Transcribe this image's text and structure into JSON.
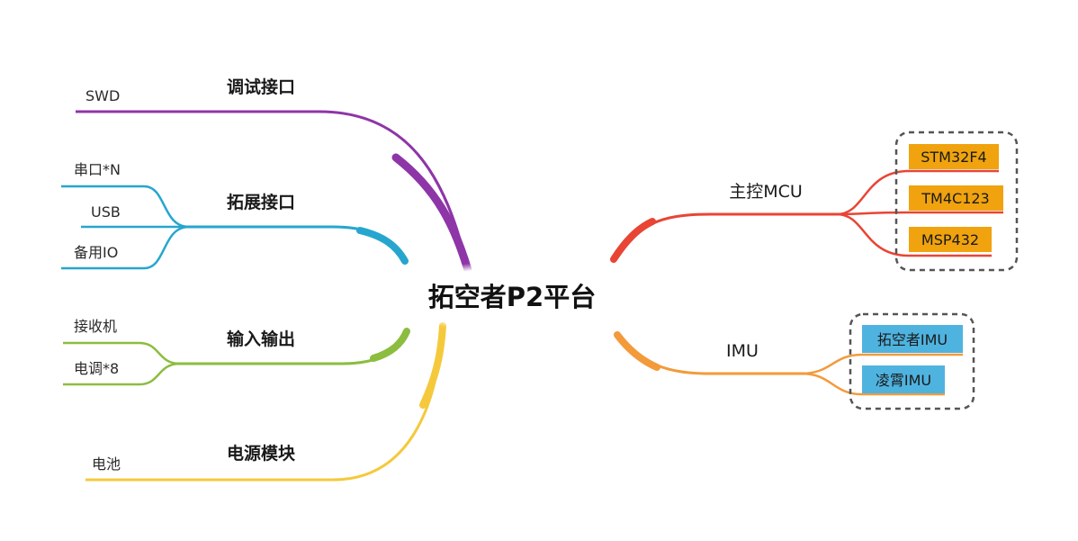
{
  "root": {
    "label": "拓空者P2平台"
  },
  "left_branches": [
    {
      "label": "调试接口",
      "color": "#8e35a8",
      "leaves": [
        "SWD"
      ]
    },
    {
      "label": "拓展接口",
      "color": "#26a6cf",
      "leaves": [
        "串口*N",
        "USB",
        "备用IO"
      ]
    },
    {
      "label": "输入输出",
      "color": "#8cbd3f",
      "leaves": [
        "接收机",
        "电调*8"
      ]
    },
    {
      "label": "电源模块",
      "color": "#f5c93c",
      "leaves": [
        "电池"
      ]
    }
  ],
  "right_branches": [
    {
      "label": "主控MCU",
      "color": "#e84535",
      "tag_color": "#f0a30e",
      "tags": [
        "STM32F4",
        "TM4C123",
        "MSP432"
      ]
    },
    {
      "label": "IMU",
      "color": "#f39a3a",
      "tag_color": "#4fb3e0",
      "tags": [
        "拓空者IMU",
        "凌霄IMU"
      ]
    }
  ]
}
